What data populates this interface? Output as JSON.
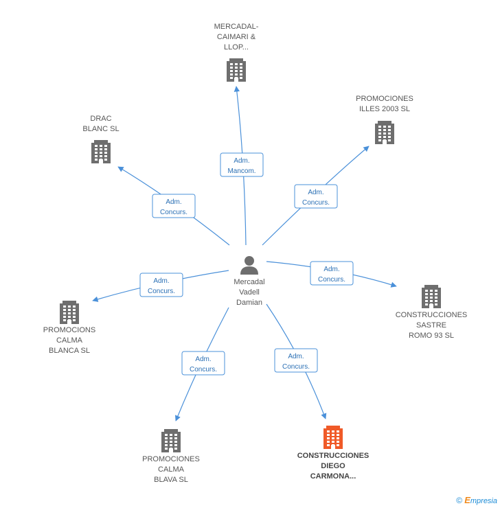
{
  "center": {
    "label_lines": [
      "Mercadal",
      "Vadell",
      "Damian"
    ],
    "icon": "person-icon"
  },
  "companies": [
    {
      "id": "mercadal",
      "label_lines": [
        "MERCADAL-",
        "CAIMARI &",
        "LLOP..."
      ],
      "highlight": false
    },
    {
      "id": "illes",
      "label_lines": [
        "PROMOCIONES",
        "ILLES 2003 SL"
      ],
      "highlight": false
    },
    {
      "id": "drac",
      "label_lines": [
        "DRAC",
        "BLANC SL"
      ],
      "highlight": false
    },
    {
      "id": "sastre",
      "label_lines": [
        "CONSTRUCCIONES",
        "SASTRE",
        "ROMO 93 SL"
      ],
      "highlight": false
    },
    {
      "id": "calma_blanca",
      "label_lines": [
        "PROMOCIONS",
        "CALMA",
        "BLANCA SL"
      ],
      "highlight": false
    },
    {
      "id": "calma_blava",
      "label_lines": [
        "PROMOCIONES",
        "CALMA",
        "BLAVA SL"
      ],
      "highlight": false
    },
    {
      "id": "diego",
      "label_lines": [
        "CONSTRUCCIONES",
        "DIEGO",
        "CARMONA..."
      ],
      "highlight": true
    }
  ],
  "edges": [
    {
      "to": "mercadal",
      "label_lines": [
        "Adm.",
        "Mancom."
      ]
    },
    {
      "to": "illes",
      "label_lines": [
        "Adm.",
        "Concurs."
      ]
    },
    {
      "to": "drac",
      "label_lines": [
        "Adm.",
        "Concurs."
      ]
    },
    {
      "to": "sastre",
      "label_lines": [
        "Adm.",
        "Concurs."
      ]
    },
    {
      "to": "calma_blanca",
      "label_lines": [
        "Adm.",
        "Concurs."
      ]
    },
    {
      "to": "calma_blava",
      "label_lines": [
        "Adm.",
        "Concurs."
      ]
    },
    {
      "to": "diego",
      "label_lines": [
        "Adm.",
        "Concurs."
      ]
    }
  ],
  "colors": {
    "building": "#6e6e6e",
    "building_highlight": "#f05a28",
    "person": "#6e6e6e",
    "edge": "#4a90d9"
  },
  "footer": {
    "copyright": "©",
    "brand_initial": "E",
    "brand_rest": "mpresia"
  }
}
